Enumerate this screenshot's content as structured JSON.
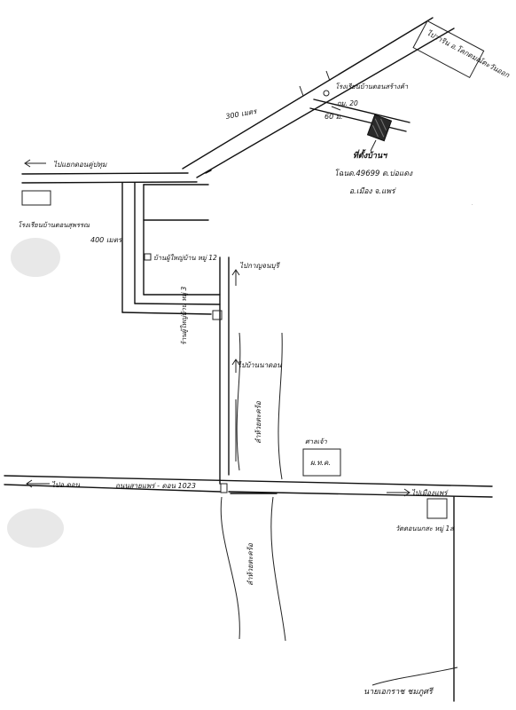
{
  "labels": {
    "top_destination": "ไปวาริน อ.โคกตมณ์ตะวันออก",
    "school_name": "โรงเรียนบ้านดอนสร้างค้า",
    "school_km": "กม. 20",
    "distance_300": "300 เมตร",
    "distance_60": "60 ม.",
    "site_label": "ที่ตั้งบ้านฯ",
    "address_line1": "โฉนด.49699 ต.บ่อแดง",
    "address_line2": "อ.เมือง จ.แพร่",
    "road_left_top": "ไปแยกดอนคู่ปทุม",
    "village_school": "โรงเรียนบ้านดอนสุพรรณ",
    "distance_400": "400 เมตร",
    "headman_house": "บ้านผู้ใหญ่บ้าน หมู่ 12",
    "to_kanchanaburi": "ไปกาญจนบุรี",
    "headman_house_2": "ร้านผู้ใหญ่บ้าน หมู่ 3",
    "bridge_label": "ไปบ้านนาดอน",
    "canal_upper": "ลำห้วยตะคร้อ",
    "temple_small": "ศาลเจ้า",
    "pho_kho_label": "ผ.ท.ค.",
    "left_destination": "ไปอ.ดอน",
    "main_road": "ถนนสายแพร่ - ดอน 1023",
    "right_destination": "ไปเมืองแพร่",
    "shrine_label": "วัดดอนนกสะ หมู่ 1ส",
    "canal_lower": "ลำห้วยตะคร้อ",
    "signature": "นายเอกราช ชมภูศรี"
  },
  "icons": [
    "arrow-left-icon",
    "arrow-right-icon",
    "arrow-up-icon",
    "site-parcel-icon",
    "building-icon"
  ]
}
